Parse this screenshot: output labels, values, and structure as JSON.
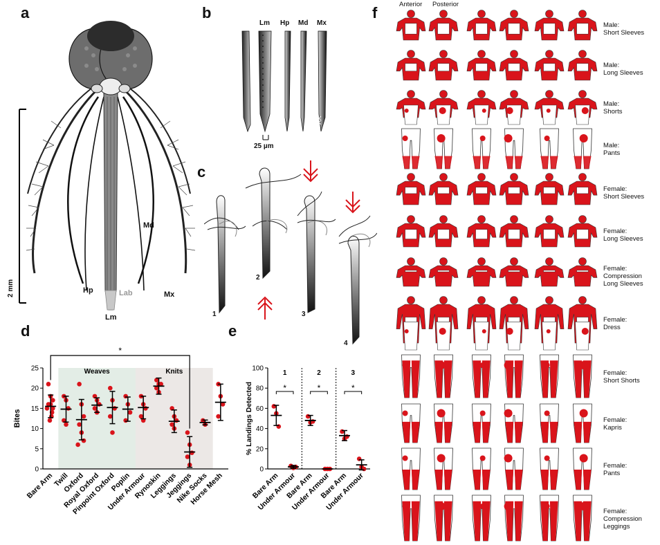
{
  "panels": {
    "a": {
      "letter": "a",
      "scale_label": "2 mm",
      "labels": {
        "md": "Md",
        "hp": "Hp",
        "lab": "Lab",
        "mx": "Mx",
        "lm": "Lm"
      }
    },
    "b": {
      "letter": "b",
      "labels": [
        "Lm",
        "Hp",
        "Md",
        "Mx"
      ],
      "scale_label": "25 µm"
    },
    "c": {
      "letter": "c",
      "steps": [
        "1",
        "2",
        "3",
        "4"
      ]
    },
    "d": {
      "letter": "d"
    },
    "e": {
      "letter": "e"
    },
    "f": {
      "letter": "f",
      "headers": [
        "Anterior",
        "Posterior"
      ],
      "rows": [
        "Male:\nShort Sleeves",
        "Male:\nLong Sleeves",
        "Male:\nShorts",
        "Male:\nPants",
        "Female:\nShort Sleeves",
        "Female:\nLong Sleeves",
        "Female:\nCompression\nLong Sleeves",
        "Female:\nDress",
        "Female:\nShort Shorts",
        "Female:\nKapris",
        "Female:\nPants",
        "Female:\nCompression\nLeggings"
      ],
      "colors": {
        "bite_red": "#d9141b"
      }
    }
  },
  "chart_data": [
    {
      "type": "scatter",
      "panel": "d",
      "ylabel": "Bites",
      "ylim": [
        0,
        25
      ],
      "yticks": [
        0,
        5,
        10,
        15,
        20,
        25
      ],
      "categories": [
        "Bare Arm",
        "Twill",
        "Oxford",
        "Royal Oxford",
        "Pinpoint Oxford",
        "Poplin",
        "Under Armour",
        "Rynoskin",
        "Leggings",
        "Jeggings",
        "Nike Socks",
        "Horse Mesh"
      ],
      "groups": [
        {
          "name": "Weaves",
          "categories": [
            "Twill",
            "Oxford",
            "Royal Oxford",
            "Pinpoint Oxford",
            "Poplin"
          ]
        },
        {
          "name": "Knits",
          "categories": [
            "Under Armour",
            "Rynoskin",
            "Leggings",
            "Jeggings",
            "Nike Socks"
          ]
        }
      ],
      "means": [
        15.5,
        14.8,
        12.2,
        15.8,
        15.2,
        14.8,
        15.2,
        20.5,
        11.8,
        4.2,
        11.5,
        16.5
      ],
      "sd": [
        2.8,
        3.2,
        5.0,
        1.8,
        4.0,
        3.0,
        2.8,
        2.0,
        2.8,
        3.8,
        0.6,
        4.5
      ],
      "points": [
        [
          21,
          18,
          17,
          16,
          16,
          15,
          15,
          14,
          13,
          12
        ],
        [
          18,
          17,
          15,
          12,
          11
        ],
        [
          21,
          16,
          13,
          11,
          9,
          7,
          6
        ],
        [
          18,
          17,
          16,
          15,
          14
        ],
        [
          20,
          17,
          15,
          13,
          9
        ],
        [
          18,
          16,
          14,
          12
        ],
        [
          18,
          16,
          15,
          13,
          12
        ],
        [
          22,
          21,
          21,
          20,
          19
        ],
        [
          15,
          13,
          12,
          11,
          10
        ],
        [
          9,
          6,
          4,
          3,
          1
        ],
        [
          12,
          11
        ],
        [
          21,
          18,
          16,
          13
        ]
      ],
      "significance": {
        "label": "*",
        "between": [
          "Bare Arm",
          "Jeggings"
        ]
      }
    },
    {
      "type": "scatter",
      "panel": "e",
      "ylabel": "% Landings Detected",
      "ylim": [
        0,
        100
      ],
      "yticks": [
        0,
        20,
        40,
        60,
        80,
        100
      ],
      "categories": [
        "Bare Arm",
        "Under Armour",
        "Bare Arm",
        "Under Armour",
        "Bare Arm",
        "Under Armour"
      ],
      "groups": [
        {
          "name": "1",
          "categories": [
            "Bare Arm",
            "Under Armour"
          ]
        },
        {
          "name": "2",
          "categories": [
            "Bare Arm",
            "Under Armour"
          ]
        },
        {
          "name": "3",
          "categories": [
            "Bare Arm",
            "Under Armour"
          ]
        }
      ],
      "means": [
        53,
        2,
        48,
        0,
        33,
        4
      ],
      "sd": [
        10,
        1.5,
        5,
        0,
        5,
        5
      ],
      "points": [
        [
          62,
          55,
          42
        ],
        [
          3,
          1,
          2
        ],
        [
          52,
          46,
          47
        ],
        [
          0,
          0,
          0
        ],
        [
          37,
          30,
          32
        ],
        [
          10,
          2,
          0
        ]
      ],
      "significance_label": "*"
    }
  ]
}
